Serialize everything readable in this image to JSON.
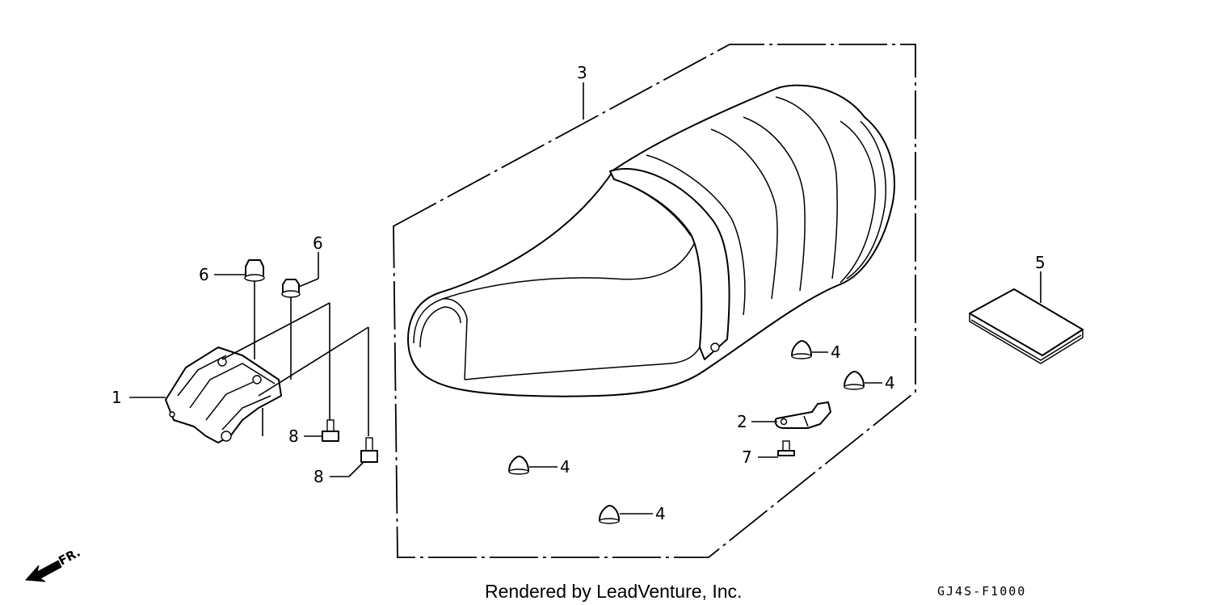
{
  "callouts": {
    "c1": "1",
    "c2": "2",
    "c3": "3",
    "c4a": "4",
    "c4b": "4",
    "c4c": "4",
    "c4d": "4",
    "c5": "5",
    "c6a": "6",
    "c6b": "6",
    "c7": "7",
    "c8a": "8",
    "c8b": "8"
  },
  "direction_label": "FR.",
  "footer": {
    "credit": "Rendered by LeadVenture, Inc.",
    "code": "GJ4S-F1000"
  },
  "parts": [
    {
      "ref": "1",
      "name": "seat-lock-bracket"
    },
    {
      "ref": "2",
      "name": "stay-clip"
    },
    {
      "ref": "3",
      "name": "seat-assembly"
    },
    {
      "ref": "4",
      "name": "cushion-rubber"
    },
    {
      "ref": "5",
      "name": "manual-pouch"
    },
    {
      "ref": "6",
      "name": "nut"
    },
    {
      "ref": "7",
      "name": "bolt"
    },
    {
      "ref": "8",
      "name": "bolt"
    }
  ]
}
